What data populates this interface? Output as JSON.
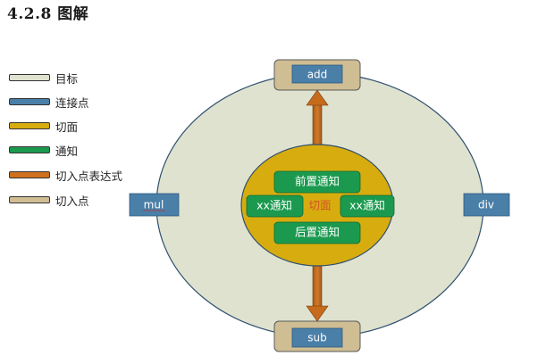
{
  "heading": "4.2.8  图解",
  "legend": [
    {
      "label": "目标",
      "color": "#dfe2cf",
      "icon": "target-swatch"
    },
    {
      "label": "连接点",
      "color": "#4a7fa8",
      "icon": "joinpoint-swatch"
    },
    {
      "label": "切面",
      "color": "#d7ac0f",
      "icon": "aspect-swatch"
    },
    {
      "label": "通知",
      "color": "#1b9a4f",
      "icon": "advice-swatch"
    },
    {
      "label": "切入点表达式",
      "color": "#d0701f",
      "icon": "pointcut-expression-swatch"
    },
    {
      "label": "切入点",
      "color": "#cfbd93",
      "icon": "pointcut-swatch"
    }
  ],
  "joinpoints": {
    "add": "add",
    "sub": "sub",
    "mul": "mul",
    "div": "div"
  },
  "aspect": {
    "label": "切面",
    "before_advice": "前置通知",
    "after_advice": "后置通知",
    "left_advice": "xx通知",
    "right_advice": "xx通知"
  },
  "colors": {
    "target_fill": "#dfe2cf",
    "target_stroke": "#2f4f6f",
    "joinpoint_fill": "#4a7fa8",
    "pointcut_fill": "#cfbd93",
    "aspect_fill": "#d7ac0f",
    "advice_fill": "#1b9a4f",
    "expression_fill": "#c66a1c"
  }
}
